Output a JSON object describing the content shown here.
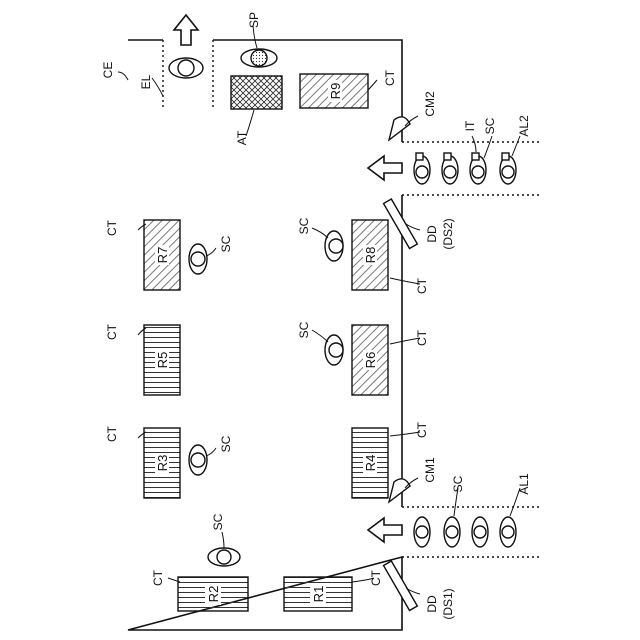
{
  "labels": {
    "ce": "CE",
    "el": "EL",
    "sp": "SP",
    "at": "AT",
    "cm1": "CM1",
    "cm2": "CM2",
    "it": "IT",
    "sc": "SC",
    "al1": "AL1",
    "al2": "AL2",
    "ct": "CT",
    "dd": "DD",
    "ds1": "(DS1)",
    "ds2": "(DS2)",
    "r1": "R1",
    "r2": "R2",
    "r3": "R3",
    "r4": "R4",
    "r5": "R5",
    "r6": "R6",
    "r7": "R7",
    "r8": "R8",
    "r9": "R9"
  },
  "colors": {
    "stroke": "#111111",
    "background": "#ffffff",
    "hatch": "#555555"
  },
  "icons": {
    "arrow": "hollow-arrow-icon",
    "person": "person-topview-icon",
    "camera": "camera-icon",
    "door": "door-icon"
  }
}
